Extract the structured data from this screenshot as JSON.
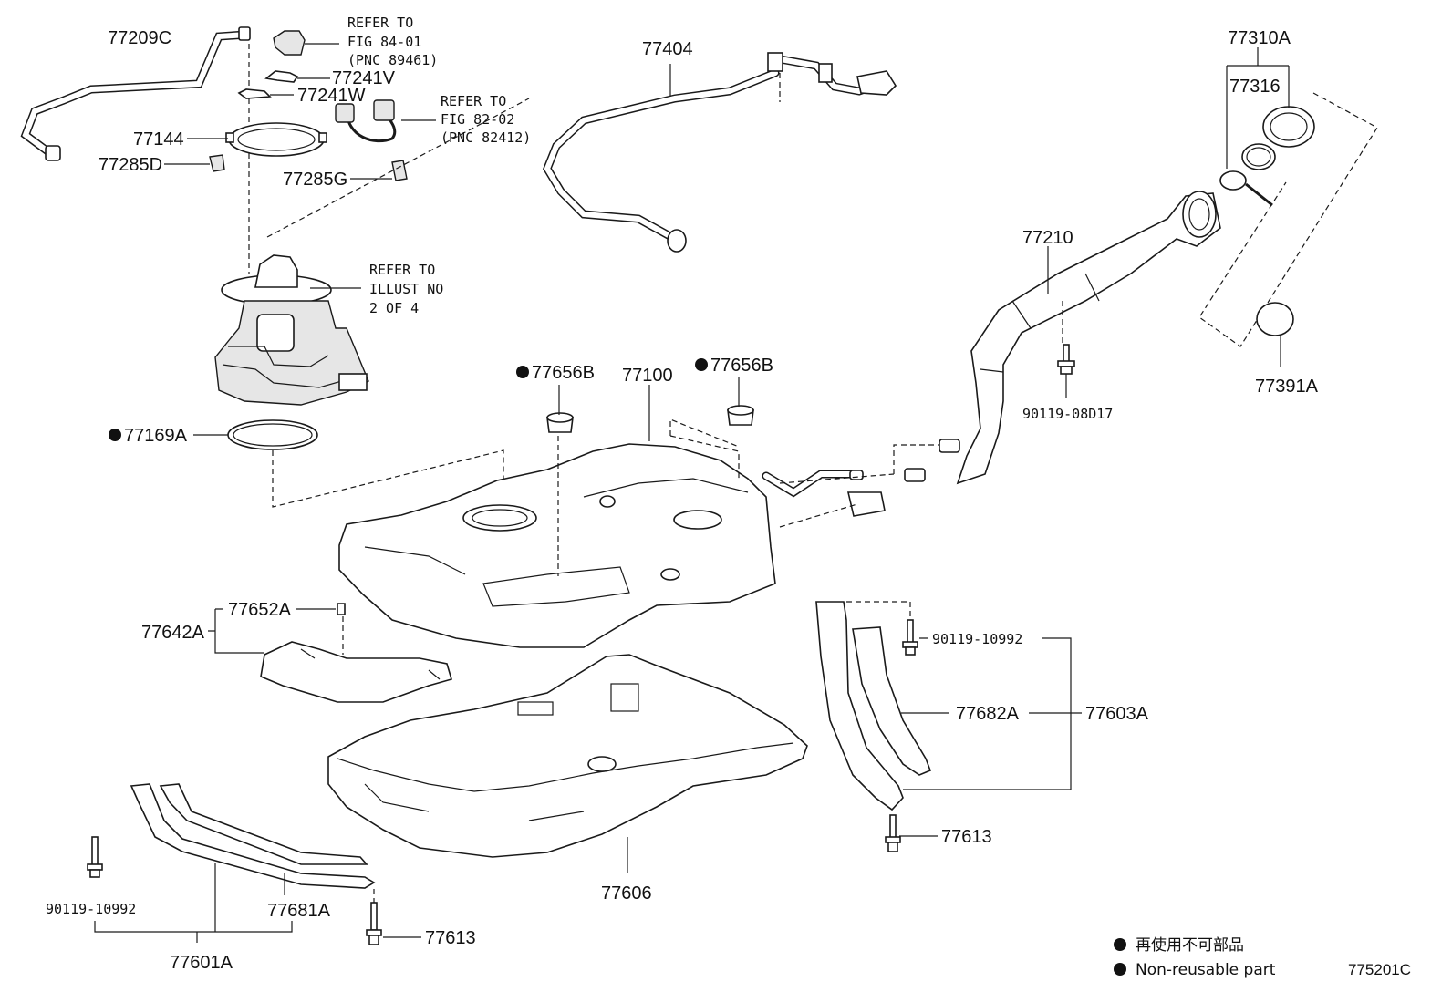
{
  "diagram_id": "775201C",
  "labels": {
    "p77209C": "77209C",
    "p77404": "77404",
    "p77310A": "77310A",
    "p77316": "77316",
    "p77241V": "77241V",
    "p77241W": "77241W",
    "p77144": "77144",
    "p77285D": "77285D",
    "p77285G": "77285G",
    "p77210": "77210",
    "p77391A": "77391A",
    "p90119_08D17": "90119-08D17",
    "p77656B_left": "77656B",
    "p77656B_right": "77656B",
    "p77100": "77100",
    "p77169A": "77169A",
    "p77652A": "77652A",
    "p77642A": "77642A",
    "p90119_10992_right": "90119-10992",
    "p77682A": "77682A",
    "p77603A": "77603A",
    "p77613_right": "77613",
    "p77606": "77606",
    "p77681A": "77681A",
    "p90119_10992_left": "90119-10992",
    "p77613_left": "77613",
    "p77601A": "77601A"
  },
  "refs": {
    "fig84": [
      "REFER TO",
      "FIG 84-01",
      "(PNC 89461)"
    ],
    "fig82": [
      "REFER TO",
      "FIG 82-02",
      "(PNC 82412)"
    ],
    "illust": [
      "REFER TO",
      "ILLUST NO",
      "2 OF 4"
    ]
  },
  "legend": {
    "jp": "再使用不可部品",
    "en": "Non-reusable part"
  },
  "non_reusable_parts": [
    "77656B",
    "77169A"
  ]
}
